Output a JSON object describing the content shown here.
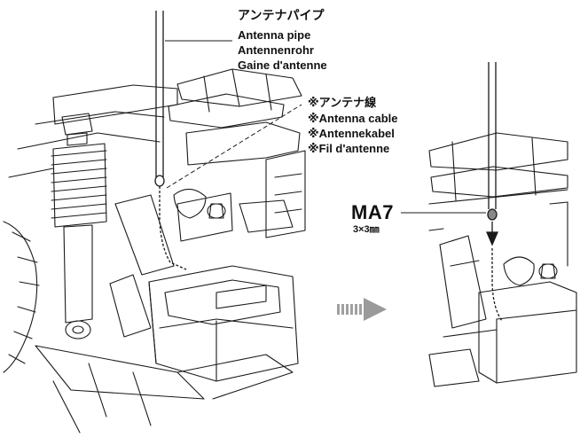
{
  "antenna_pipe": {
    "jp": "アンテナパイプ",
    "en": "Antenna pipe",
    "de": "Antennenrohr",
    "fr": "Gaine d'antenne"
  },
  "antenna_cable": {
    "jp": "※アンテナ線",
    "en": "※Antenna cable",
    "de": "※Antennekabel",
    "fr": "※Fil d'antenne"
  },
  "part": {
    "code": "MA7",
    "size": "3×3㎜"
  },
  "colors": {
    "line": "#1a1a1a",
    "arrow": "#9a9a9a",
    "background": "#ffffff"
  }
}
